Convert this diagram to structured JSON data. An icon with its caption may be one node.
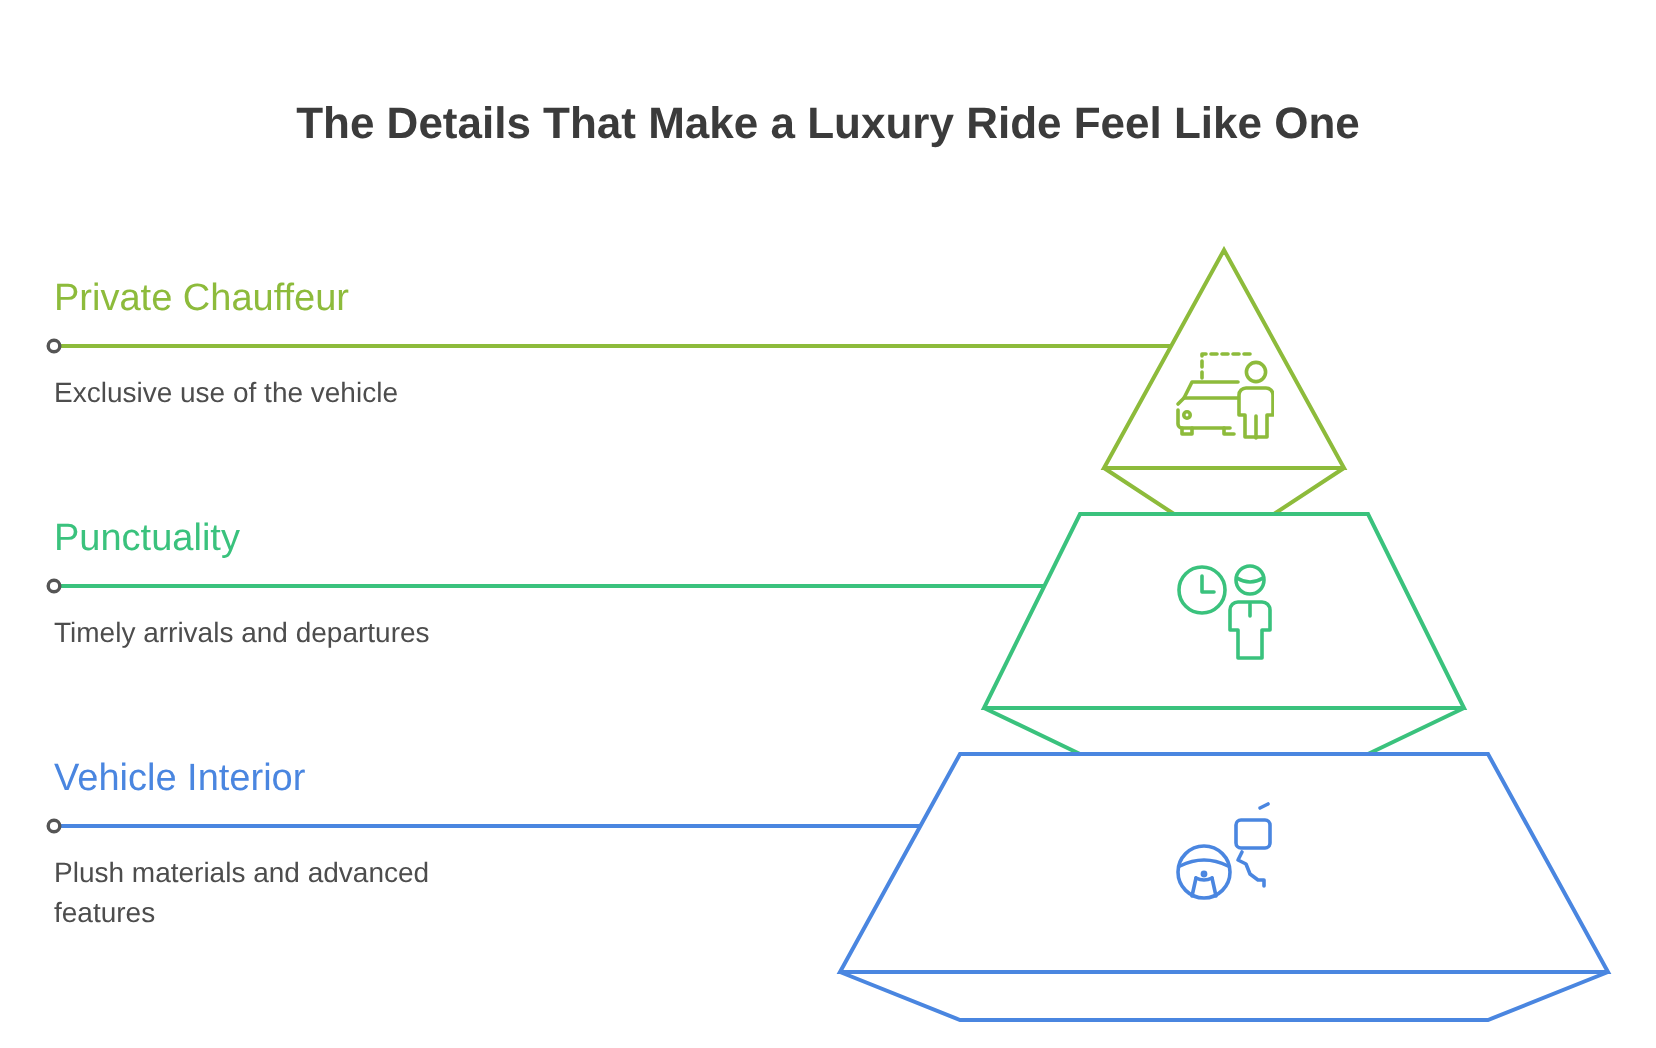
{
  "diagram": {
    "title": "The Details That Make a Luxury Ride Feel Like One",
    "nodes": [
      {
        "text": [
          "Private Chauffeur",
          "Exclusive use of the vehicle"
        ]
      },
      {
        "text": [
          "Punctuality",
          "Timely arrivals and departures"
        ]
      },
      {
        "text": [
          "Vehicle Interior",
          "Plush materials and advanced features"
        ]
      },
      {
        "text": [],
        "shape": "triangle"
      },
      {
        "text": [],
        "shape": "trapezoid"
      },
      {
        "text": [],
        "shape": "trapezoid"
      }
    ],
    "edges": [
      {
        "from": 0,
        "to": 3,
        "arrow": "other",
        "color": "#8dbb3b"
      },
      {
        "from": 1,
        "to": 4,
        "arrow": "other",
        "color": "#3ac27d"
      },
      {
        "from": 2,
        "to": 5,
        "arrow": "other",
        "color": "#4a86e0"
      }
    ]
  }
}
